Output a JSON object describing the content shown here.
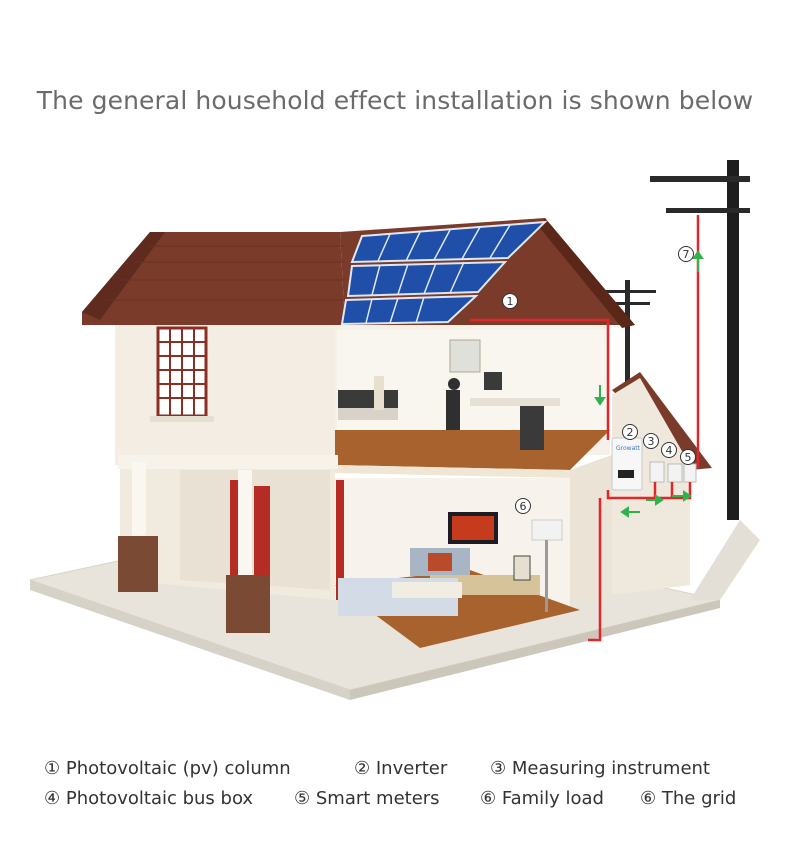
{
  "title": "The general household effect installation is shown below",
  "diagram": {
    "markers": [
      {
        "id": "1",
        "symbol": "①"
      },
      {
        "id": "2",
        "symbol": "②"
      },
      {
        "id": "3",
        "symbol": "③"
      },
      {
        "id": "4",
        "symbol": "④"
      },
      {
        "id": "5",
        "symbol": "⑤"
      },
      {
        "id": "6",
        "symbol": "⑥"
      },
      {
        "id": "7",
        "symbol": "⑦"
      }
    ],
    "inverter_brand": "Growatt",
    "colors": {
      "roof": "#7a3b2a",
      "solar_panel": "#1f4fa8",
      "wall": "#f1ebdf",
      "floor": "#a8622d",
      "wire": "#e0262b",
      "flow_arrow": "#2fb34a",
      "pole": "#222222"
    }
  },
  "legend": {
    "items": [
      {
        "symbol": "①",
        "label": "Photovoltaic (pv) column"
      },
      {
        "symbol": "②",
        "label": "Inverter"
      },
      {
        "symbol": "③",
        "label": "Measuring instrument"
      },
      {
        "symbol": "④",
        "label": "Photovoltaic bus box"
      },
      {
        "symbol": "⑤",
        "label": "Smart meters"
      },
      {
        "symbol": "⑥",
        "label": "Family load"
      },
      {
        "symbol": "⑥",
        "label": "The grid"
      }
    ]
  }
}
